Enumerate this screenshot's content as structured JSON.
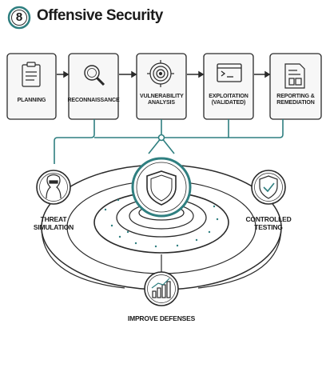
{
  "header": {
    "badge": "8",
    "title": "Offensive Security"
  },
  "steps": [
    {
      "label": "PLANNING",
      "icon": "clipboard-icon"
    },
    {
      "label": "RECONNAISSANCE",
      "icon": "magnifier-icon"
    },
    {
      "label": "VULNERABILITY ANALYSIS",
      "icon": "target-icon"
    },
    {
      "label": "EXPLOITATION (VALIDATED)",
      "icon": "terminal-icon"
    },
    {
      "label": "REPORTING & REMEDIATION",
      "icon": "report-icon"
    }
  ],
  "center": {
    "icon": "shield-icon"
  },
  "nodes": {
    "threat": {
      "label": "THREAT SIMULATION",
      "icon": "hooded-figure-icon"
    },
    "controlled": {
      "label": "CONTROLLED TESTING",
      "icon": "shield-check-icon"
    },
    "improve": {
      "label": "IMPROVE DEFENSES",
      "icon": "bar-chart-icon"
    }
  },
  "colors": {
    "accent": "#2f7f80",
    "ink": "#2a2a2a",
    "box_fill": "#f7f7f7"
  }
}
